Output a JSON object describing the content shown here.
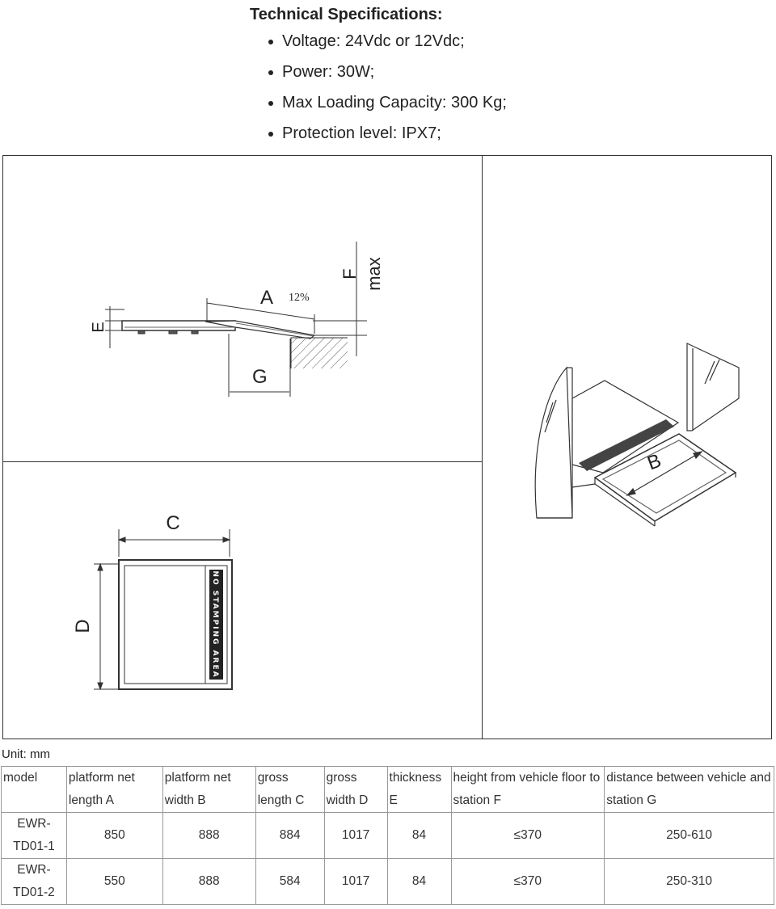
{
  "specs": {
    "title": "Technical Specifications:",
    "items": [
      "Voltage:  24Vdc or 12Vdc;",
      "Power: 30W;",
      "Max Loading Capacity: 300 Kg;",
      "Protection level: IPX7;"
    ]
  },
  "drawing": {
    "side_view": {
      "label_a": "A",
      "label_slope": "12%",
      "label_e": "E",
      "label_f": "F",
      "label_max": "max",
      "label_g": "G"
    },
    "top_view": {
      "label_c": "C",
      "label_d": "D",
      "plate_text": "NO STAMPING AREA"
    },
    "iso_view": {
      "label_b": "B"
    }
  },
  "unit_label": "Unit: mm",
  "table": {
    "headers": [
      "model",
      "platform net length A",
      "platform net width B",
      "gross length C",
      "gross width D",
      "thickness E",
      "height from vehicle floor to station F",
      "distance between vehicle and station G"
    ],
    "rows": [
      [
        "EWR-TD01-1",
        "850",
        "888",
        "884",
        "1017",
        "84",
        "≤370",
        "250-610"
      ],
      [
        "EWR-TD01-2",
        "550",
        "888",
        "584",
        "1017",
        "84",
        "≤370",
        "250-310"
      ]
    ]
  }
}
